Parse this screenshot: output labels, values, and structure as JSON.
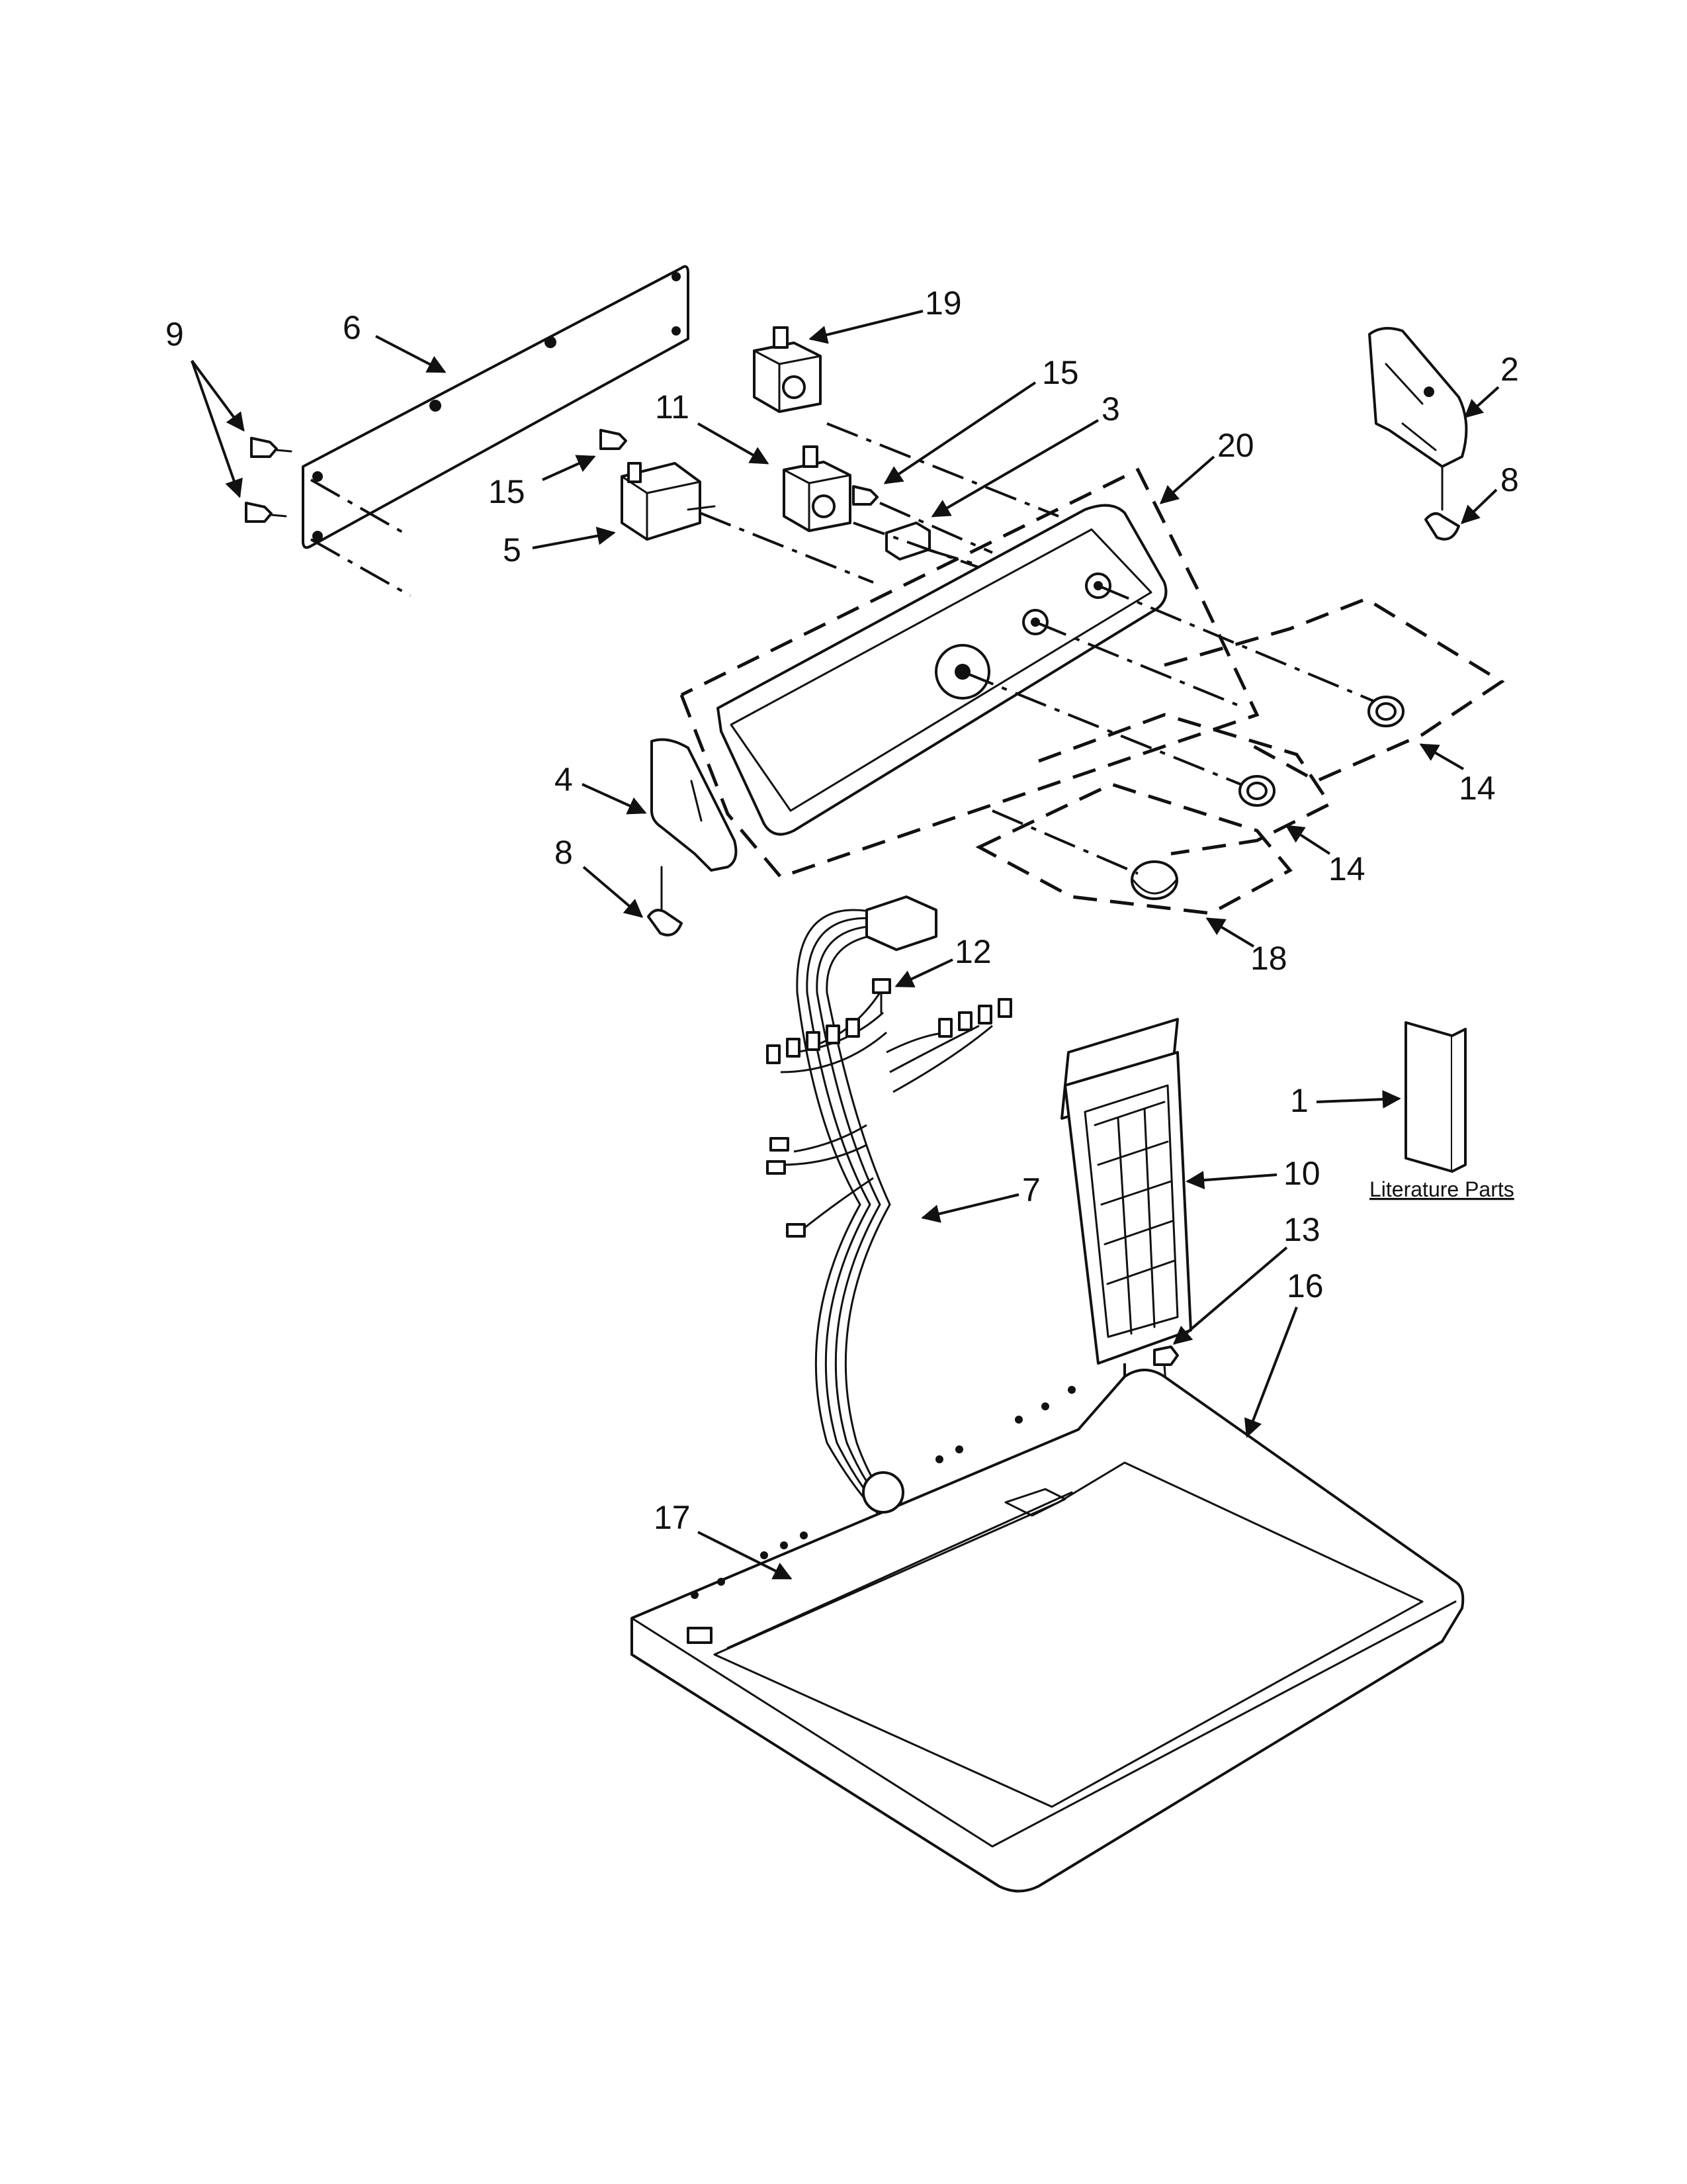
{
  "diagram": {
    "callouts": {
      "c1": "1",
      "c2": "2",
      "c3": "3",
      "c4": "4",
      "c5": "5",
      "c6": "6",
      "c7": "7",
      "c8a": "8",
      "c8b": "8",
      "c9": "9",
      "c10": "10",
      "c11": "11",
      "c12": "12",
      "c13": "13",
      "c14a": "14",
      "c14b": "14",
      "c15a": "15",
      "c15b": "15",
      "c16": "16",
      "c17": "17",
      "c18": "18",
      "c19": "19",
      "c20": "20"
    },
    "literature_label": "Literature Parts"
  }
}
